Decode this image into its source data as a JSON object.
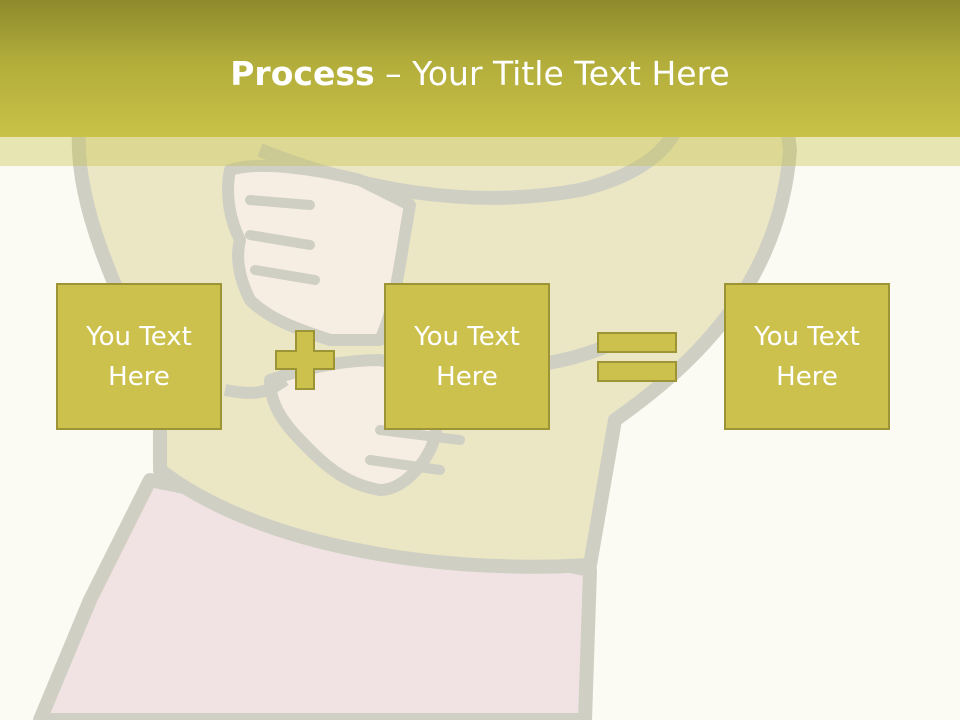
{
  "slide": {
    "title_bold": "Process",
    "title_rest": " – Your Title Text Here"
  },
  "process": {
    "boxes": [
      {
        "label": "You Text Here"
      },
      {
        "label": "You Text Here"
      },
      {
        "label": "You Text Here"
      }
    ],
    "operators": [
      "plus-icon",
      "equals-icon"
    ]
  },
  "colors": {
    "title_bar": "#b2ad3b",
    "box_fill": "#cdc14e",
    "box_border": "#9d9436",
    "background": "#fbfbf4",
    "text": "#ffffff"
  }
}
